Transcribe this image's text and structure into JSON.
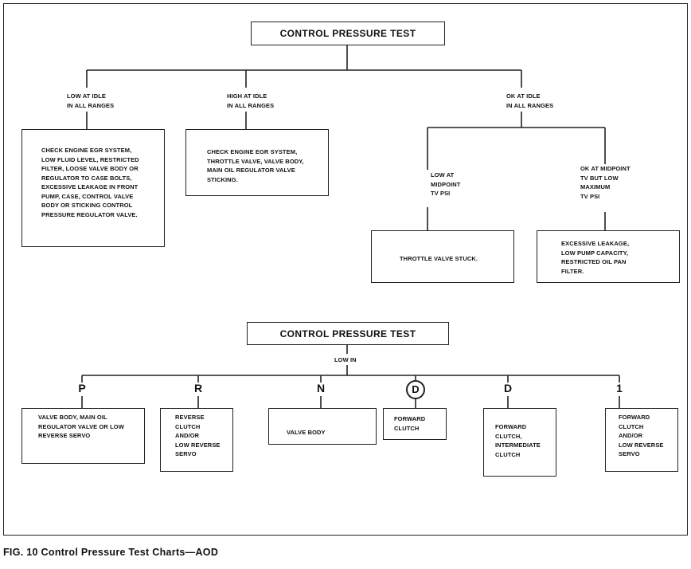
{
  "chart1": {
    "title": "CONTROL PRESSURE TEST",
    "branches": {
      "low_idle": "LOW AT IDLE\nIN ALL RANGES",
      "high_idle": "HIGH AT IDLE\nIN ALL RANGES",
      "ok_idle": "OK AT IDLE\nIN ALL RANGES"
    },
    "low_idle_box": "CHECK ENGINE EGR SYSTEM,\nLOW FLUID LEVEL, RESTRICTED\nFILTER, LOOSE VALVE BODY OR\nREGULATOR TO CASE BOLTS,\nEXCESSIVE LEAKAGE IN FRONT\nPUMP, CASE, CONTROL VALVE\nBODY OR STICKING CONTROL\nPRESSURE REGULATOR VALVE.",
    "high_idle_box": "CHECK ENGINE EGR SYSTEM,\nTHROTTLE VALVE, VALVE BODY,\nMAIN OIL REGULATOR VALVE\nSTICKING.",
    "low_midpoint": "LOW AT\nMIDPOINT\nTV PSI",
    "ok_midpoint": "OK AT MIDPOINT\nTV BUT LOW\nMAXIMUM\nTV PSI",
    "low_midpoint_box": "THROTTLE VALVE STUCK.",
    "ok_midpoint_box": "EXCESSIVE LEAKAGE,\nLOW PUMP CAPACITY,\nRESTRICTED OIL PAN\nFILTER."
  },
  "chart2": {
    "title": "CONTROL PRESSURE TEST",
    "low_in": "LOW IN",
    "ranges": [
      {
        "symbol": "P",
        "circled": false,
        "text": "VALVE BODY, MAIN OIL\nREGULATOR VALVE OR LOW\nREVERSE SERVO"
      },
      {
        "symbol": "R",
        "circled": false,
        "text": "REVERSE\nCLUTCH\nAND/OR\nLOW REVERSE\nSERVO"
      },
      {
        "symbol": "N",
        "circled": false,
        "text": "VALVE BODY"
      },
      {
        "symbol": "D",
        "circled": true,
        "text": "FORWARD\nCLUTCH"
      },
      {
        "symbol": "D",
        "circled": false,
        "text": "FORWARD\nCLUTCH,\nINTERMEDIATE\nCLUTCH"
      },
      {
        "symbol": "1",
        "circled": false,
        "text": "FORWARD\nCLUTCH\nAND/OR\nLOW REVERSE\nSERVO"
      }
    ]
  },
  "caption": "FIG. 10  Control Pressure Test Charts—AOD"
}
